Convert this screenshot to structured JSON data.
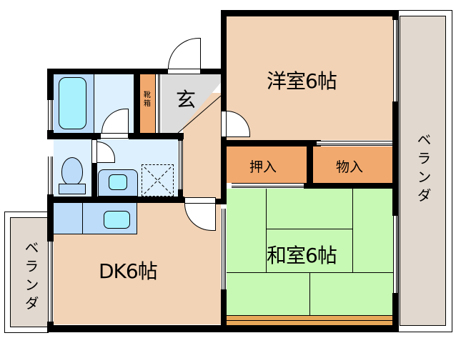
{
  "floorplan": {
    "colors": {
      "wall": "#000000",
      "western_room": "#f2d3b6",
      "dk": "#f2d3b6",
      "closet": "#f2a96e",
      "tatami": "#c8f9b4",
      "tatami_edge": "#e8a85a",
      "genkan": "#dcdcdc",
      "wet_area": "#ddf0fd",
      "fixture": "#bcdcfa",
      "fixture_inner": "#a9f2fd",
      "veranda": "#e1d8cf"
    },
    "rooms": {
      "western_room": {
        "label": "洋室6帖"
      },
      "japanese_room": {
        "label": "和室6帖"
      },
      "dk": {
        "label": "DK6帖"
      },
      "genkan": {
        "label": "玄"
      },
      "shoe_box": {
        "label": "靴箱"
      },
      "oshiire": {
        "label": "押入"
      },
      "monoire": {
        "label": "物入"
      },
      "veranda_right": {
        "label": "ベランダ"
      },
      "veranda_left": {
        "label": "ベランダ"
      }
    }
  }
}
